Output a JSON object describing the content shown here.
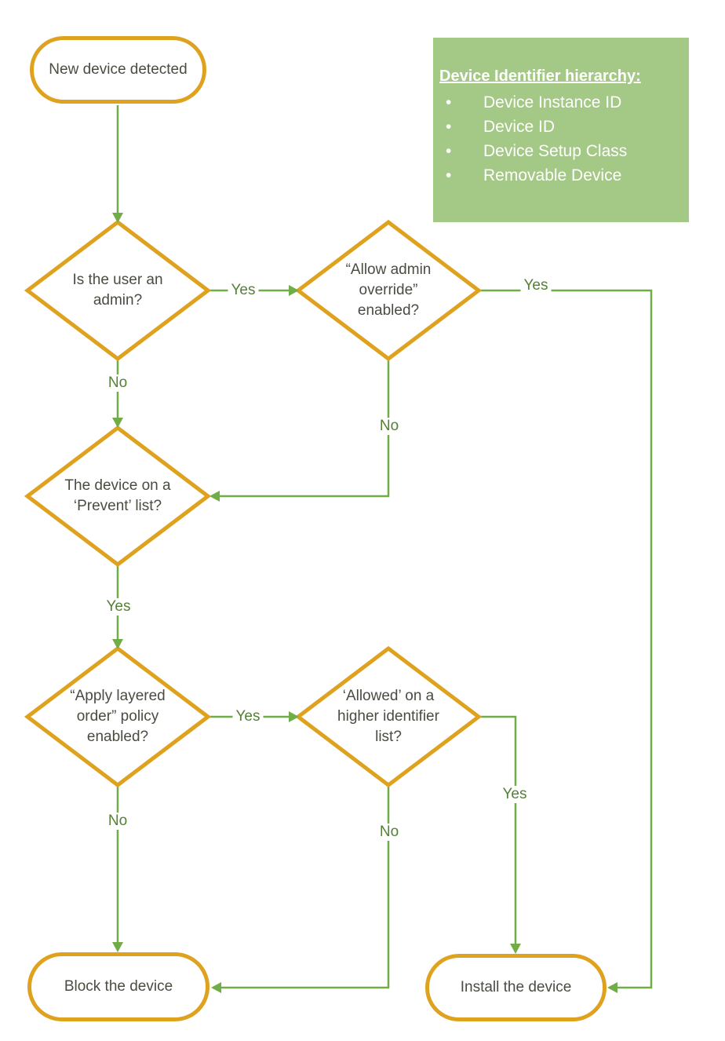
{
  "legend": {
    "heading": "Device Identifier hierarchy:",
    "items": [
      "Device Instance ID",
      "Device ID",
      "Device Setup Class",
      "Removable Device"
    ]
  },
  "nodes": {
    "start": "New device detected",
    "admin": "Is the user an admin?",
    "override": "“Allow admin override” enabled?",
    "prevent": "The device on a ‘Prevent’ list?",
    "layered": "“Apply layered order” policy enabled?",
    "higher": "‘Allowed’ on a higher identifier list?",
    "block": "Block the device",
    "install": "Install the device"
  },
  "edge_labels": {
    "admin_yes": "Yes",
    "admin_no": "No",
    "override_yes": "Yes",
    "override_no": "No",
    "prevent_yes": "Yes",
    "layered_yes": "Yes",
    "layered_no": "No",
    "higher_yes": "Yes",
    "higher_no": "No"
  },
  "colors": {
    "shape_border": "#DFA21F",
    "connector_green": "#70AD47",
    "edge_label_text": "#538135",
    "node_text": "#4C4B42",
    "legend_background": "#A4C886",
    "legend_text": "#FFFFFF"
  }
}
